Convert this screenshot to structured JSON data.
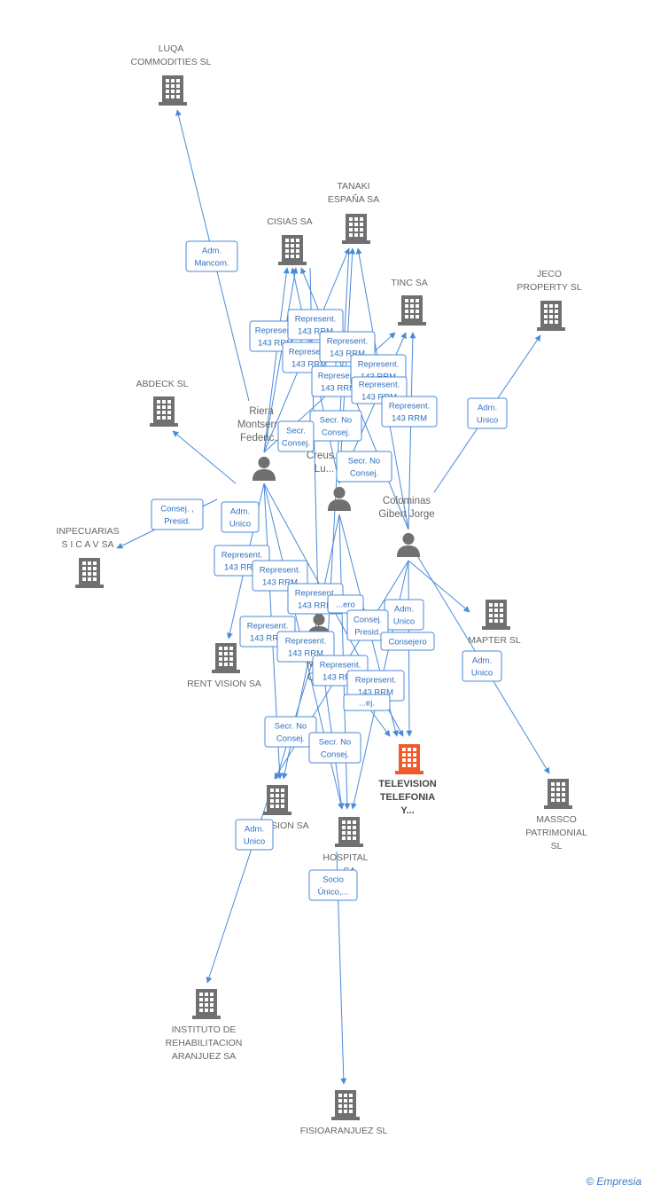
{
  "colors": {
    "edge": "#4a8ad8",
    "node": "#707070",
    "main": "#f05a28",
    "label": "#666666"
  },
  "companies": [
    {
      "id": "luqa",
      "lines": [
        "LUQA",
        "COMMODITIES SL"
      ]
    },
    {
      "id": "tanaki",
      "lines": [
        "TANAKI",
        "ESPAÑA SA"
      ]
    },
    {
      "id": "cisias",
      "lines": [
        "CISIAS SA"
      ]
    },
    {
      "id": "tinc",
      "lines": [
        "TINC SA"
      ]
    },
    {
      "id": "jeco",
      "lines": [
        "JECO",
        "PROPERTY SL"
      ]
    },
    {
      "id": "abdeck",
      "lines": [
        "ABDECK SL"
      ]
    },
    {
      "id": "inpecuarias",
      "lines": [
        "INPECUARIAS",
        "S I C A V SA"
      ]
    },
    {
      "id": "rentvision",
      "lines": [
        "RENT VISION SA"
      ]
    },
    {
      "id": "mapter",
      "lines": [
        "MAPTER SL"
      ]
    },
    {
      "id": "television",
      "lines": [
        "TELEVISION",
        "TELEFONIA",
        "Y..."
      ],
      "main": true
    },
    {
      "id": "vision",
      "lines": [
        "...SION SA"
      ]
    },
    {
      "id": "hospital",
      "lines": [
        "HOSPITAL",
        "...SA"
      ]
    },
    {
      "id": "massco",
      "lines": [
        "MASSCO",
        "PATRIMONIAL",
        "SL"
      ]
    },
    {
      "id": "instituto",
      "lines": [
        "INSTITUTO DE",
        "REHABILITACION",
        "ARANJUEZ SA"
      ]
    },
    {
      "id": "fisio",
      "lines": [
        "FISIOARANJUEZ SL"
      ]
    }
  ],
  "persons": [
    {
      "id": "riera",
      "lines": [
        "Riera",
        "Montserr...",
        "Federic..."
      ]
    },
    {
      "id": "creus",
      "lines": [
        "Creus...",
        "Lu..."
      ]
    },
    {
      "id": "colominas",
      "lines": [
        "Colominas",
        "Gibert Jorge"
      ]
    },
    {
      "id": "person4",
      "lines": [
        "M...",
        "C..."
      ]
    }
  ],
  "edge_labels": [
    {
      "id": "e1",
      "lines": [
        "Adm.",
        "Mancom."
      ]
    },
    {
      "id": "e2",
      "lines": [
        "Represent.",
        "143 RRM"
      ]
    },
    {
      "id": "e3",
      "lines": [
        "Represent.",
        "143 RRM"
      ]
    },
    {
      "id": "e4",
      "lines": [
        "Represent.",
        "143 RRM"
      ]
    },
    {
      "id": "e5",
      "lines": [
        "Represent.",
        "143 RRM"
      ]
    },
    {
      "id": "e6",
      "lines": [
        "Represent.",
        "143 RRM"
      ]
    },
    {
      "id": "e7",
      "lines": [
        "Represent.",
        "143 RRM"
      ]
    },
    {
      "id": "e8",
      "lines": [
        "Represent.",
        "143 RRM"
      ]
    },
    {
      "id": "e9",
      "lines": [
        "Represent.",
        "143 RRM"
      ]
    },
    {
      "id": "e10",
      "lines": [
        "Secr.  No",
        "Consej."
      ]
    },
    {
      "id": "e11",
      "lines": [
        "Secr.",
        "Consej."
      ]
    },
    {
      "id": "e12",
      "lines": [
        "Secr.  No",
        "Consej."
      ]
    },
    {
      "id": "e13",
      "lines": [
        "Adm.",
        "Unico"
      ]
    },
    {
      "id": "e14",
      "lines": [
        "Consej. ,",
        "Presid."
      ]
    },
    {
      "id": "e15",
      "lines": [
        "Adm.",
        "Unico"
      ]
    },
    {
      "id": "e16",
      "lines": [
        "Represent.",
        "143 RRM"
      ]
    },
    {
      "id": "e17",
      "lines": [
        "Represent.",
        "143 RRM"
      ]
    },
    {
      "id": "e18",
      "lines": [
        "Represent.",
        "143 RRM"
      ]
    },
    {
      "id": "e19",
      "lines": [
        "...ero"
      ]
    },
    {
      "id": "e20",
      "lines": [
        "Adm.",
        "Unico"
      ]
    },
    {
      "id": "e21",
      "lines": [
        "Consej.",
        "Presid."
      ]
    },
    {
      "id": "e22",
      "lines": [
        "Consejero"
      ]
    },
    {
      "id": "e23",
      "lines": [
        "Represent.",
        "143 RRM"
      ]
    },
    {
      "id": "e24",
      "lines": [
        "Represent.",
        "143 RRM"
      ]
    },
    {
      "id": "e25",
      "lines": [
        "Adm.",
        "Unico"
      ]
    },
    {
      "id": "e26",
      "lines": [
        "Represent.",
        "143 RRM"
      ]
    },
    {
      "id": "e27",
      "lines": [
        "Represent.",
        "143 RRM"
      ]
    },
    {
      "id": "e28",
      "lines": [
        "...ej."
      ]
    },
    {
      "id": "e29",
      "lines": [
        "Secr.  No",
        "Consej."
      ]
    },
    {
      "id": "e30",
      "lines": [
        "Secr.  No",
        "Consej."
      ]
    },
    {
      "id": "e31",
      "lines": [
        "Adm.",
        "Unico"
      ]
    },
    {
      "id": "e32",
      "lines": [
        "Socio",
        "Único,..."
      ]
    }
  ],
  "footer": {
    "copyright": "©",
    "brand": "Empresia"
  }
}
